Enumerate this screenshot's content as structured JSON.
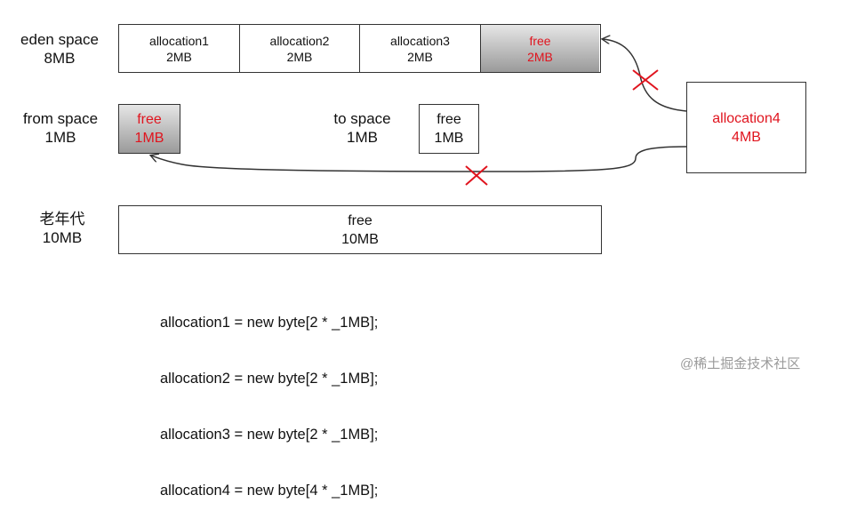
{
  "eden": {
    "label_line1": "eden space",
    "label_line2": "8MB",
    "cells": [
      {
        "name": "allocation1",
        "size": "2MB"
      },
      {
        "name": "allocation2",
        "size": "2MB"
      },
      {
        "name": "allocation3",
        "size": "2MB"
      },
      {
        "name": "free",
        "size": "2MB"
      }
    ]
  },
  "from_space": {
    "label_line1": "from space",
    "label_line2": "1MB",
    "cell": {
      "name": "free",
      "size": "1MB"
    }
  },
  "to_space": {
    "label_line1": "to space",
    "label_line2": "1MB",
    "cell": {
      "name": "free",
      "size": "1MB"
    }
  },
  "old_gen": {
    "label_line1": "老年代",
    "label_line2": "10MB",
    "cell": {
      "name": "free",
      "size": "10MB"
    }
  },
  "allocation4": {
    "name": "allocation4",
    "size": "4MB"
  },
  "code_lines": [
    "allocation1 = new byte[2 * _1MB];",
    "allocation2 = new byte[2 * _1MB];",
    "allocation3 = new byte[2 * _1MB];",
    "allocation4 = new byte[4 * _1MB];"
  ],
  "watermark": "@稀土掘金技术社区",
  "colors": {
    "highlight_red": "#e0141e",
    "border": "#333333"
  }
}
